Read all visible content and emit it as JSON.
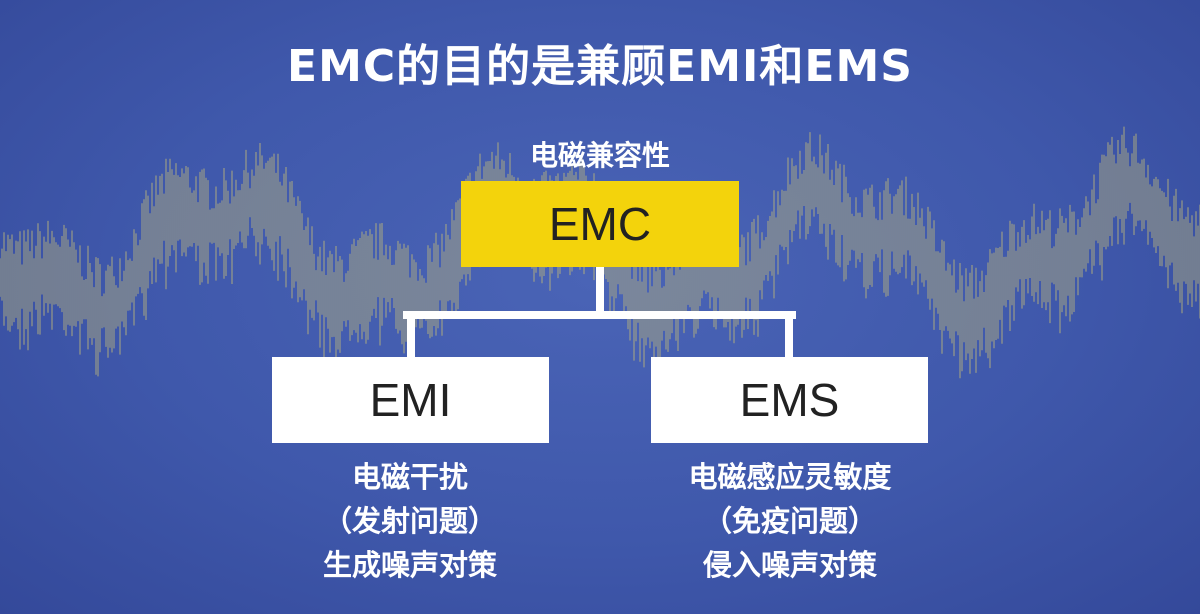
{
  "title": "EMC的目的是兼顾EMI和EMS",
  "top_node": {
    "caption": "电磁兼容性",
    "label": "EMC",
    "color": "#f3d30c"
  },
  "children": [
    {
      "label": "EMI",
      "lines": [
        "电磁干扰",
        "（发射问题）",
        "生成噪声对策"
      ]
    },
    {
      "label": "EMS",
      "lines": [
        "电磁感应灵敏度",
        "（免疫问题）",
        "侵入噪声对策"
      ]
    }
  ],
  "colors": {
    "background": "#4059ab",
    "wave": "#b9b47a",
    "connector": "#ffffff"
  }
}
